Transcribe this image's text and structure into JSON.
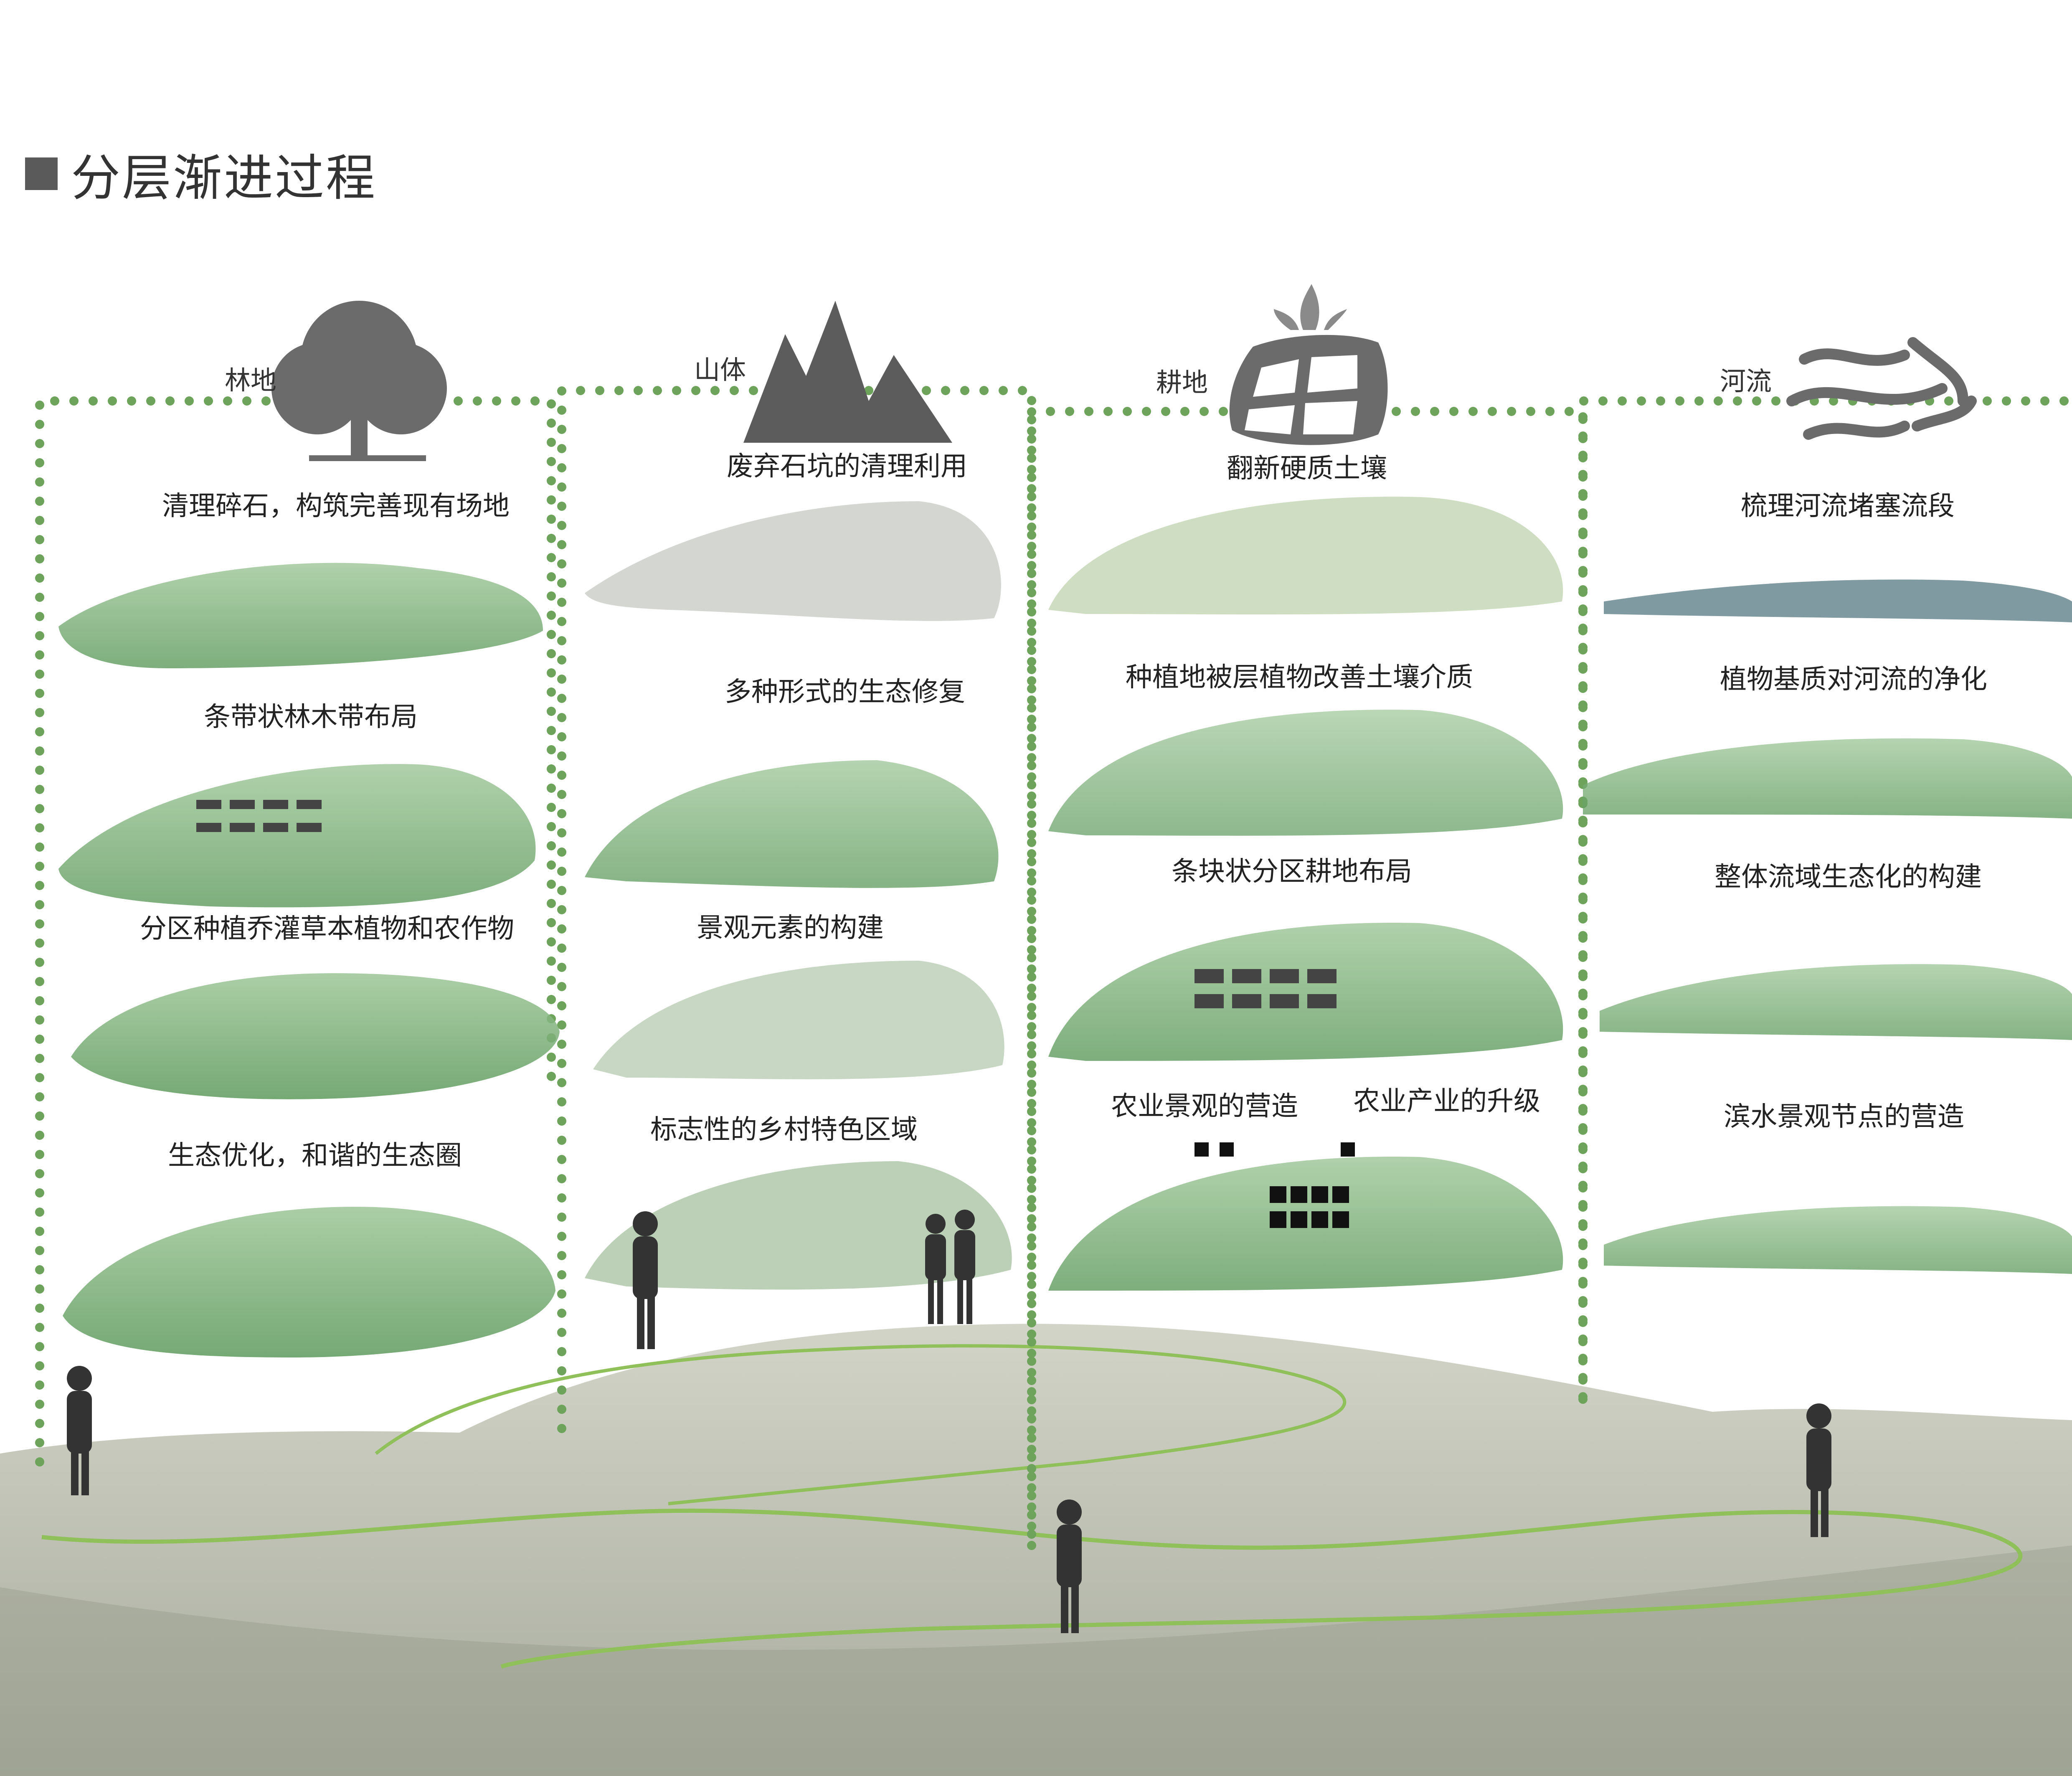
{
  "title": "分层渐进过程",
  "colors": {
    "dotted_line": "#6da35a",
    "vegetation": "#7fb07a",
    "vegetation_dark": "#4f8a4d",
    "ground": "#c9ccbf",
    "water": "#7f9aa0",
    "icon_gray": "#6b6b6b",
    "path_green": "#8fc05a"
  },
  "columns": [
    {
      "label": "林地",
      "icon": "tree-icon",
      "steps": [
        "清理碎石，构筑完善现有场地",
        "条带状林木带布局",
        "分区种植乔灌草本植物和农作物",
        "生态优化，和谐的生态圈"
      ]
    },
    {
      "label": "山体",
      "icon": "mountain-icon",
      "steps": [
        "废弃石坑的清理利用",
        "多种形式的生态修复",
        "景观元素的构建",
        "标志性的乡村特色区域"
      ]
    },
    {
      "label": "耕地",
      "icon": "farmland-icon",
      "steps": [
        "翻新硬质土壤",
        "种植地被层植物改善土壤介质",
        "条块状分区耕地布局",
        "农业景观的营造",
        "农业产业的升级"
      ]
    },
    {
      "label": "河流",
      "icon": "river-icon",
      "steps": [
        "梳理河流堵塞流段",
        "植物基质对河流的净化",
        "整体流域生态化的构建",
        "滨水景观节点的营造"
      ]
    }
  ]
}
